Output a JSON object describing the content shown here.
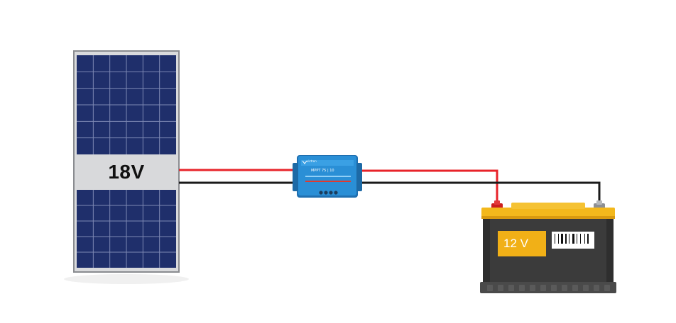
{
  "solar_panel": {
    "voltage_label": "18V"
  },
  "charge_controller": {
    "model_label": "MPPT 75 | 10",
    "brand": "victron"
  },
  "battery": {
    "voltage_label": "12 V"
  },
  "colors": {
    "positive_wire": "#e8232a",
    "negative_wire": "#1a1a1a",
    "panel_cell": "#1f2f6b",
    "controller_body": "#2a8fd6",
    "battery_lid": "#f3b81c",
    "battery_body": "#3b3b3b",
    "battery_sticker": "#f1b017"
  },
  "icons": [
    "victron-logo-icon",
    "barcode-icon",
    "positive-terminal-icon",
    "negative-terminal-icon"
  ]
}
